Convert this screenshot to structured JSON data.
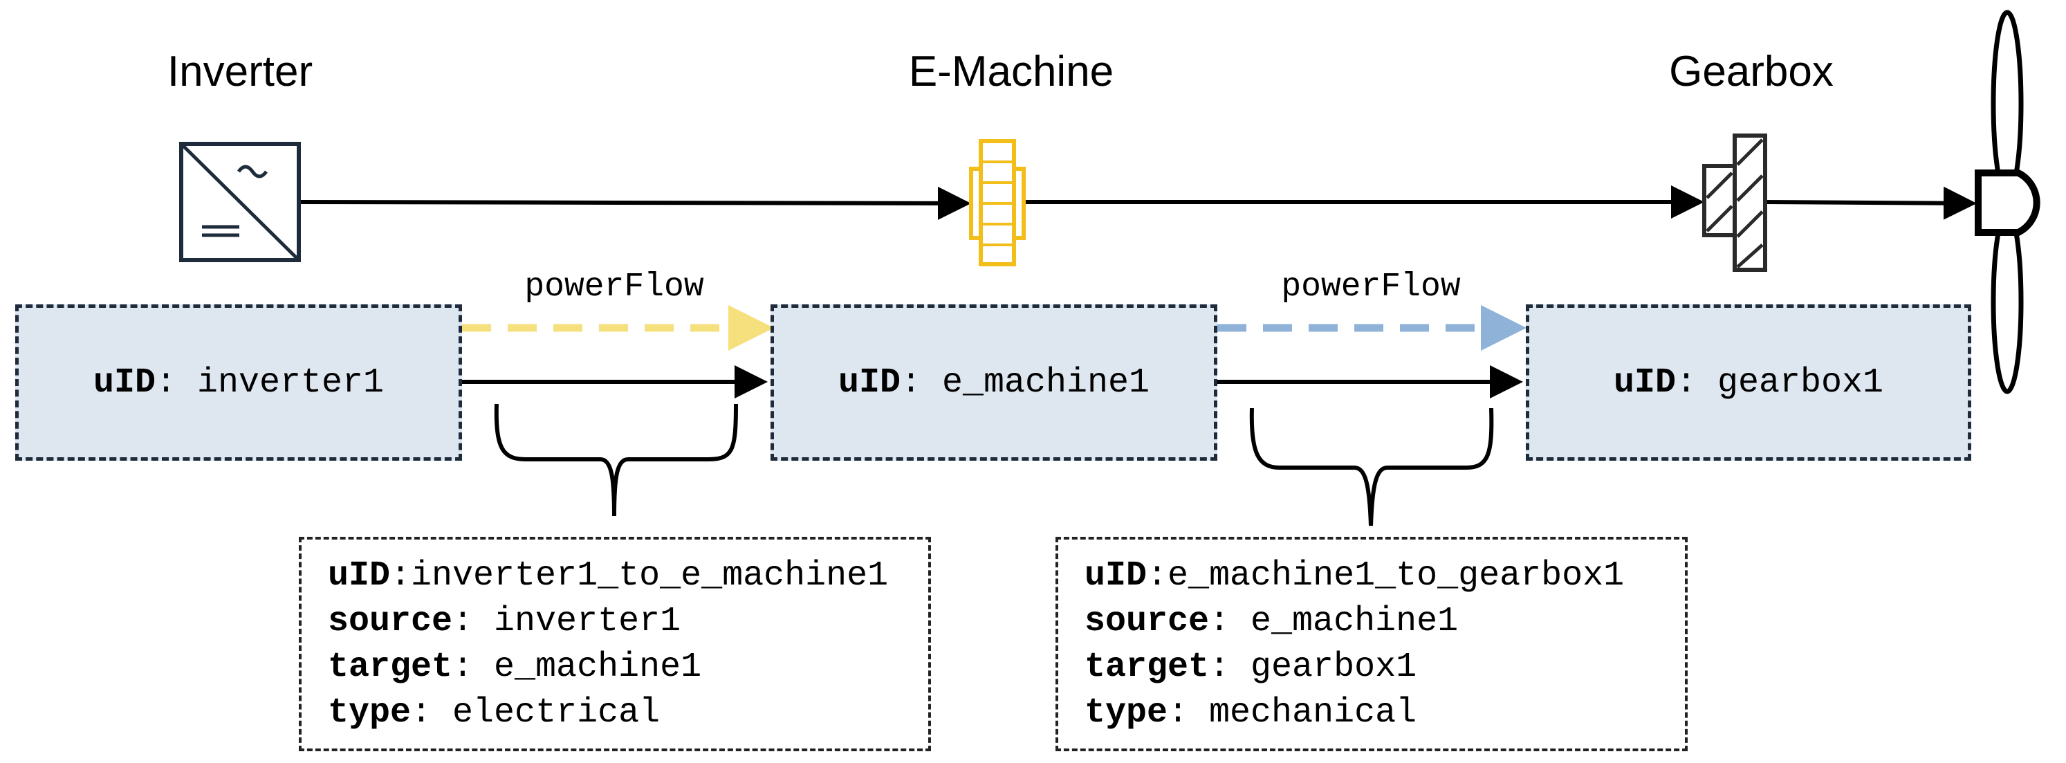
{
  "components": [
    {
      "label": "Inverter",
      "icon": "inverter-icon"
    },
    {
      "label": "E-Machine",
      "icon": "e-machine-icon",
      "color": "#f2be1a"
    },
    {
      "label": "Gearbox",
      "icon": "gearbox-icon"
    },
    {
      "label": "",
      "icon": "propeller-icon"
    }
  ],
  "nodes": [
    {
      "key": "uID",
      "sep": ": ",
      "value": "inverter1"
    },
    {
      "key": "uID",
      "sep": ": ",
      "value": "e_machine1"
    },
    {
      "key": "uID",
      "sep": ": ",
      "value": "gearbox1"
    }
  ],
  "power_flows": [
    {
      "label": "powerFlow",
      "color": "#f5e07d"
    },
    {
      "label": "powerFlow",
      "color": "#8fb2d8"
    }
  ],
  "connections": [
    {
      "uid_key": "uID",
      "uid_value": "inverter1_to_e_machine1",
      "source_key": "source",
      "source_value": "inverter1",
      "target_key": "target",
      "target_value": "e_machine1",
      "type_key": "type",
      "type_value": "electrical"
    },
    {
      "uid_key": "uID",
      "uid_value": "e_machine1_to_gearbox1",
      "source_key": "source",
      "source_value": "e_machine1",
      "target_key": "target",
      "target_value": "gearbox1",
      "type_key": "type",
      "type_value": "mechanical"
    }
  ]
}
